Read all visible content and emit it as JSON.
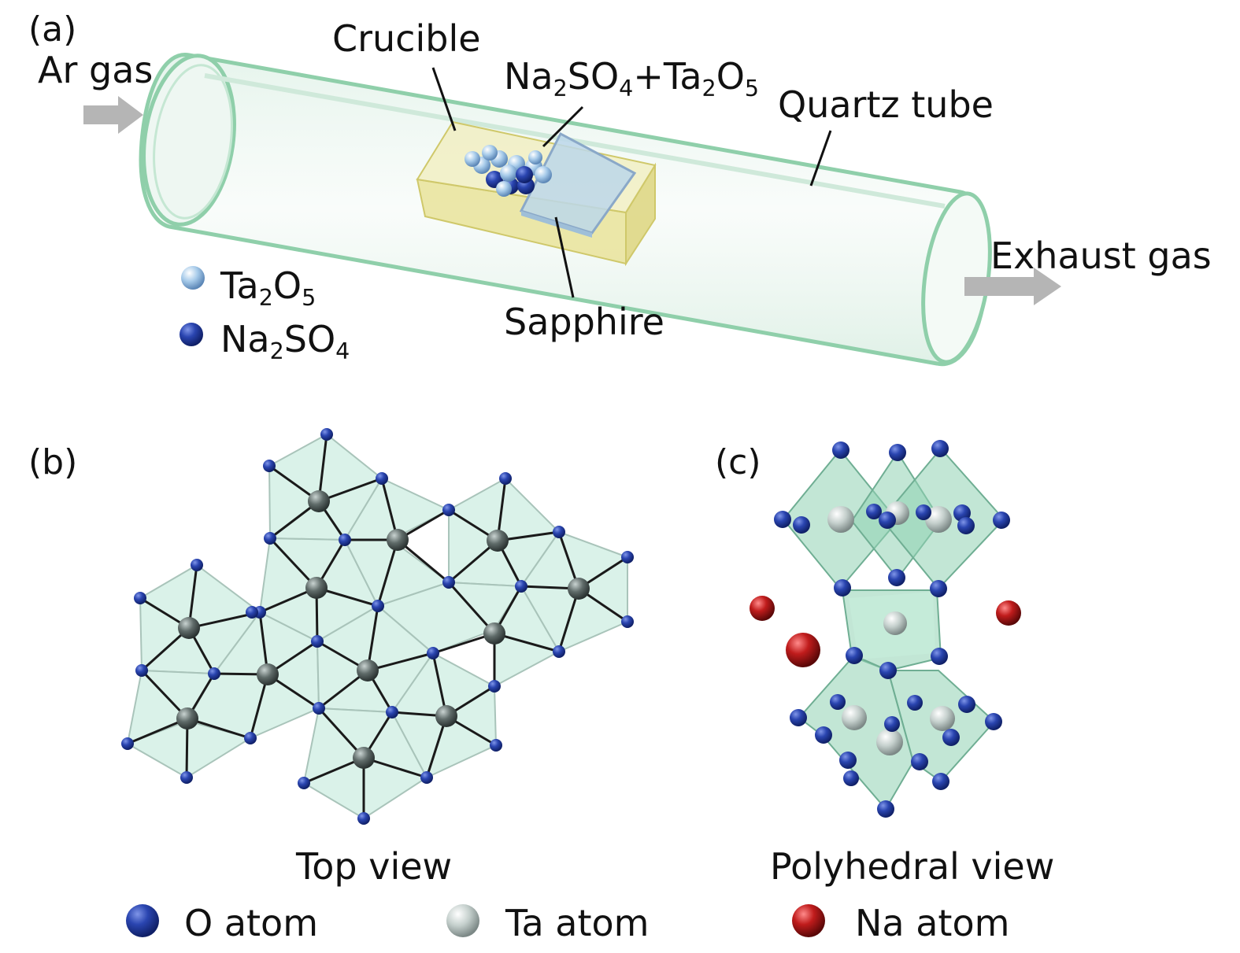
{
  "panels": {
    "a": "(a)",
    "b": "(b)",
    "c": "(c)"
  },
  "panel_a": {
    "ar_gas": "Ar gas",
    "crucible": "Crucible",
    "mixture": {
      "na": "Na",
      "na_sub": "2",
      "so": "SO",
      "so_sub": "4",
      "plus_ta": "+Ta",
      "ta_sub": "2",
      "o": "O",
      "o_sub": "5"
    },
    "quartz_tube": "Quartz tube",
    "sapphire": "Sapphire",
    "exhaust_gas": "Exhaust gas",
    "legend_ta2o5": {
      "ta": "Ta",
      "sub1": "2",
      "o": "O",
      "sub2": "5"
    },
    "legend_na2so4": {
      "na": "Na",
      "sub1": "2",
      "so": "SO",
      "sub2": "4"
    }
  },
  "panel_b": {
    "caption": "Top view"
  },
  "panel_c": {
    "caption": "Polyhedral view"
  },
  "legend": {
    "o_atom": "O atom",
    "ta_atom": "Ta atom",
    "na_atom": "Na atom"
  },
  "colors": {
    "o_atom": "#1f3a9e",
    "ta_atom": "#b8c4c2",
    "na_atom": "#b01818",
    "polyhedron": "#bfe8da",
    "tube": "#9ed6b4",
    "crucible": "#e6e08a",
    "sapphire": "#b9d6e8",
    "arrow": "#b5b5b5"
  }
}
